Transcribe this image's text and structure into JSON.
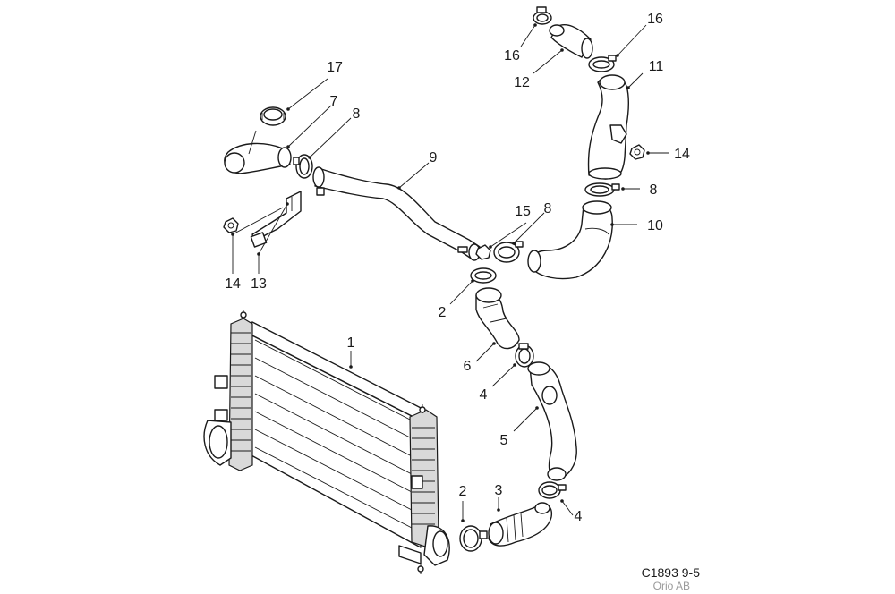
{
  "diagram": {
    "labels": {
      "p1": "1",
      "p2a": "2",
      "p2b": "2",
      "p3": "3",
      "p4a": "4",
      "p4b": "4",
      "p5": "5",
      "p6": "6",
      "p7": "7",
      "p8a": "8",
      "p8b": "8",
      "p8c": "8",
      "p9": "9",
      "p10": "10",
      "p11": "11",
      "p12": "12",
      "p13": "13",
      "p14a": "14",
      "p14b": "14",
      "p15": "15",
      "p16a": "16",
      "p16b": "16",
      "p17": "17"
    },
    "figure_code": "C1893 9-5",
    "owner": "Orio AB"
  }
}
